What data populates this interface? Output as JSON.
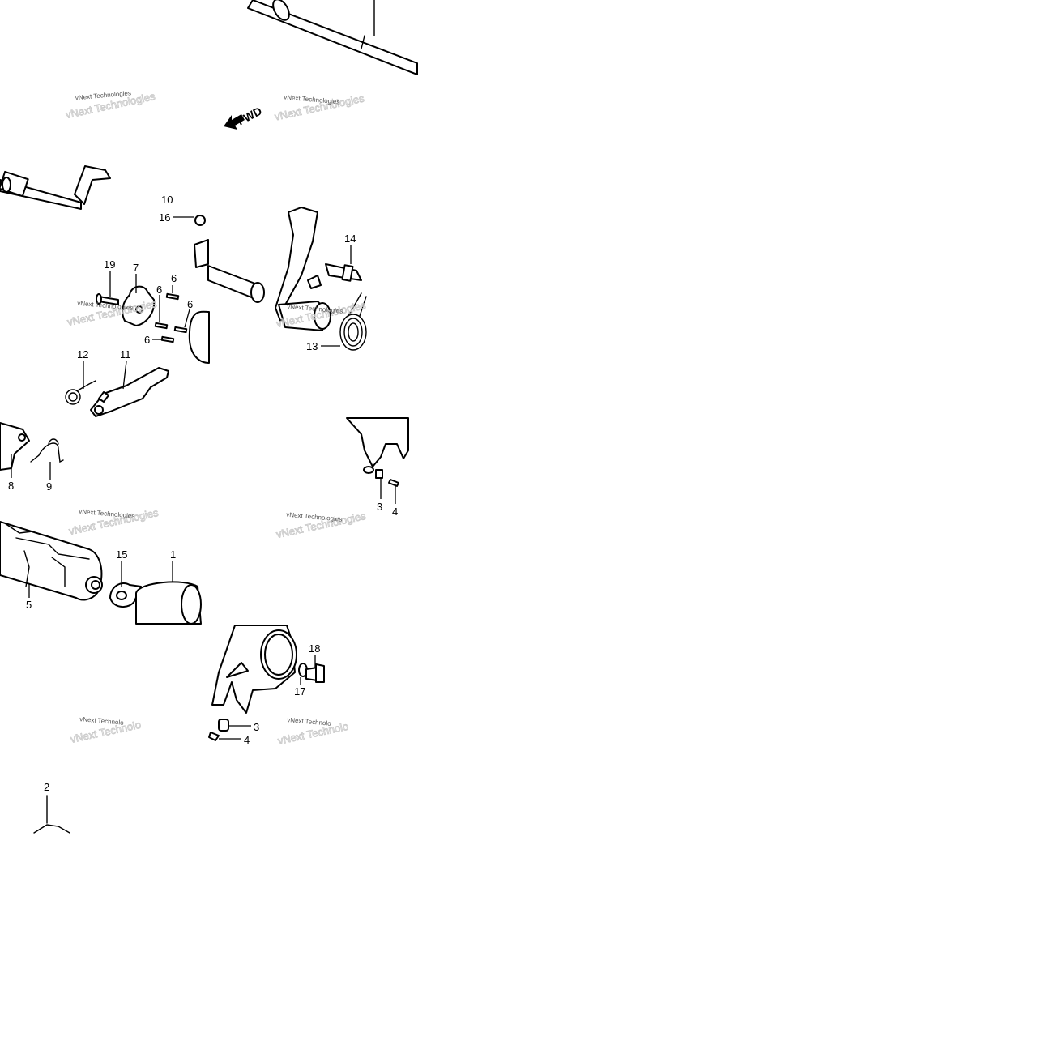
{
  "diagram": {
    "fwd_label": "FWD",
    "watermark": "vNext Technologies",
    "watermark_cut": "vNext Technolo",
    "callouts": {
      "c1": "1",
      "c2": "2",
      "c3a": "3",
      "c3b": "3",
      "c4a": "4",
      "c4b": "4",
      "c5": "5",
      "c6a": "6",
      "c6b": "6",
      "c6c": "6",
      "c6d": "6",
      "c7": "7",
      "c8": "8",
      "c9": "9",
      "c10": "10",
      "c11": "11",
      "c12": "12",
      "c13": "13",
      "c14": "14",
      "c15": "15",
      "c16": "16",
      "c17": "17",
      "c18": "18",
      "c19": "19"
    }
  }
}
